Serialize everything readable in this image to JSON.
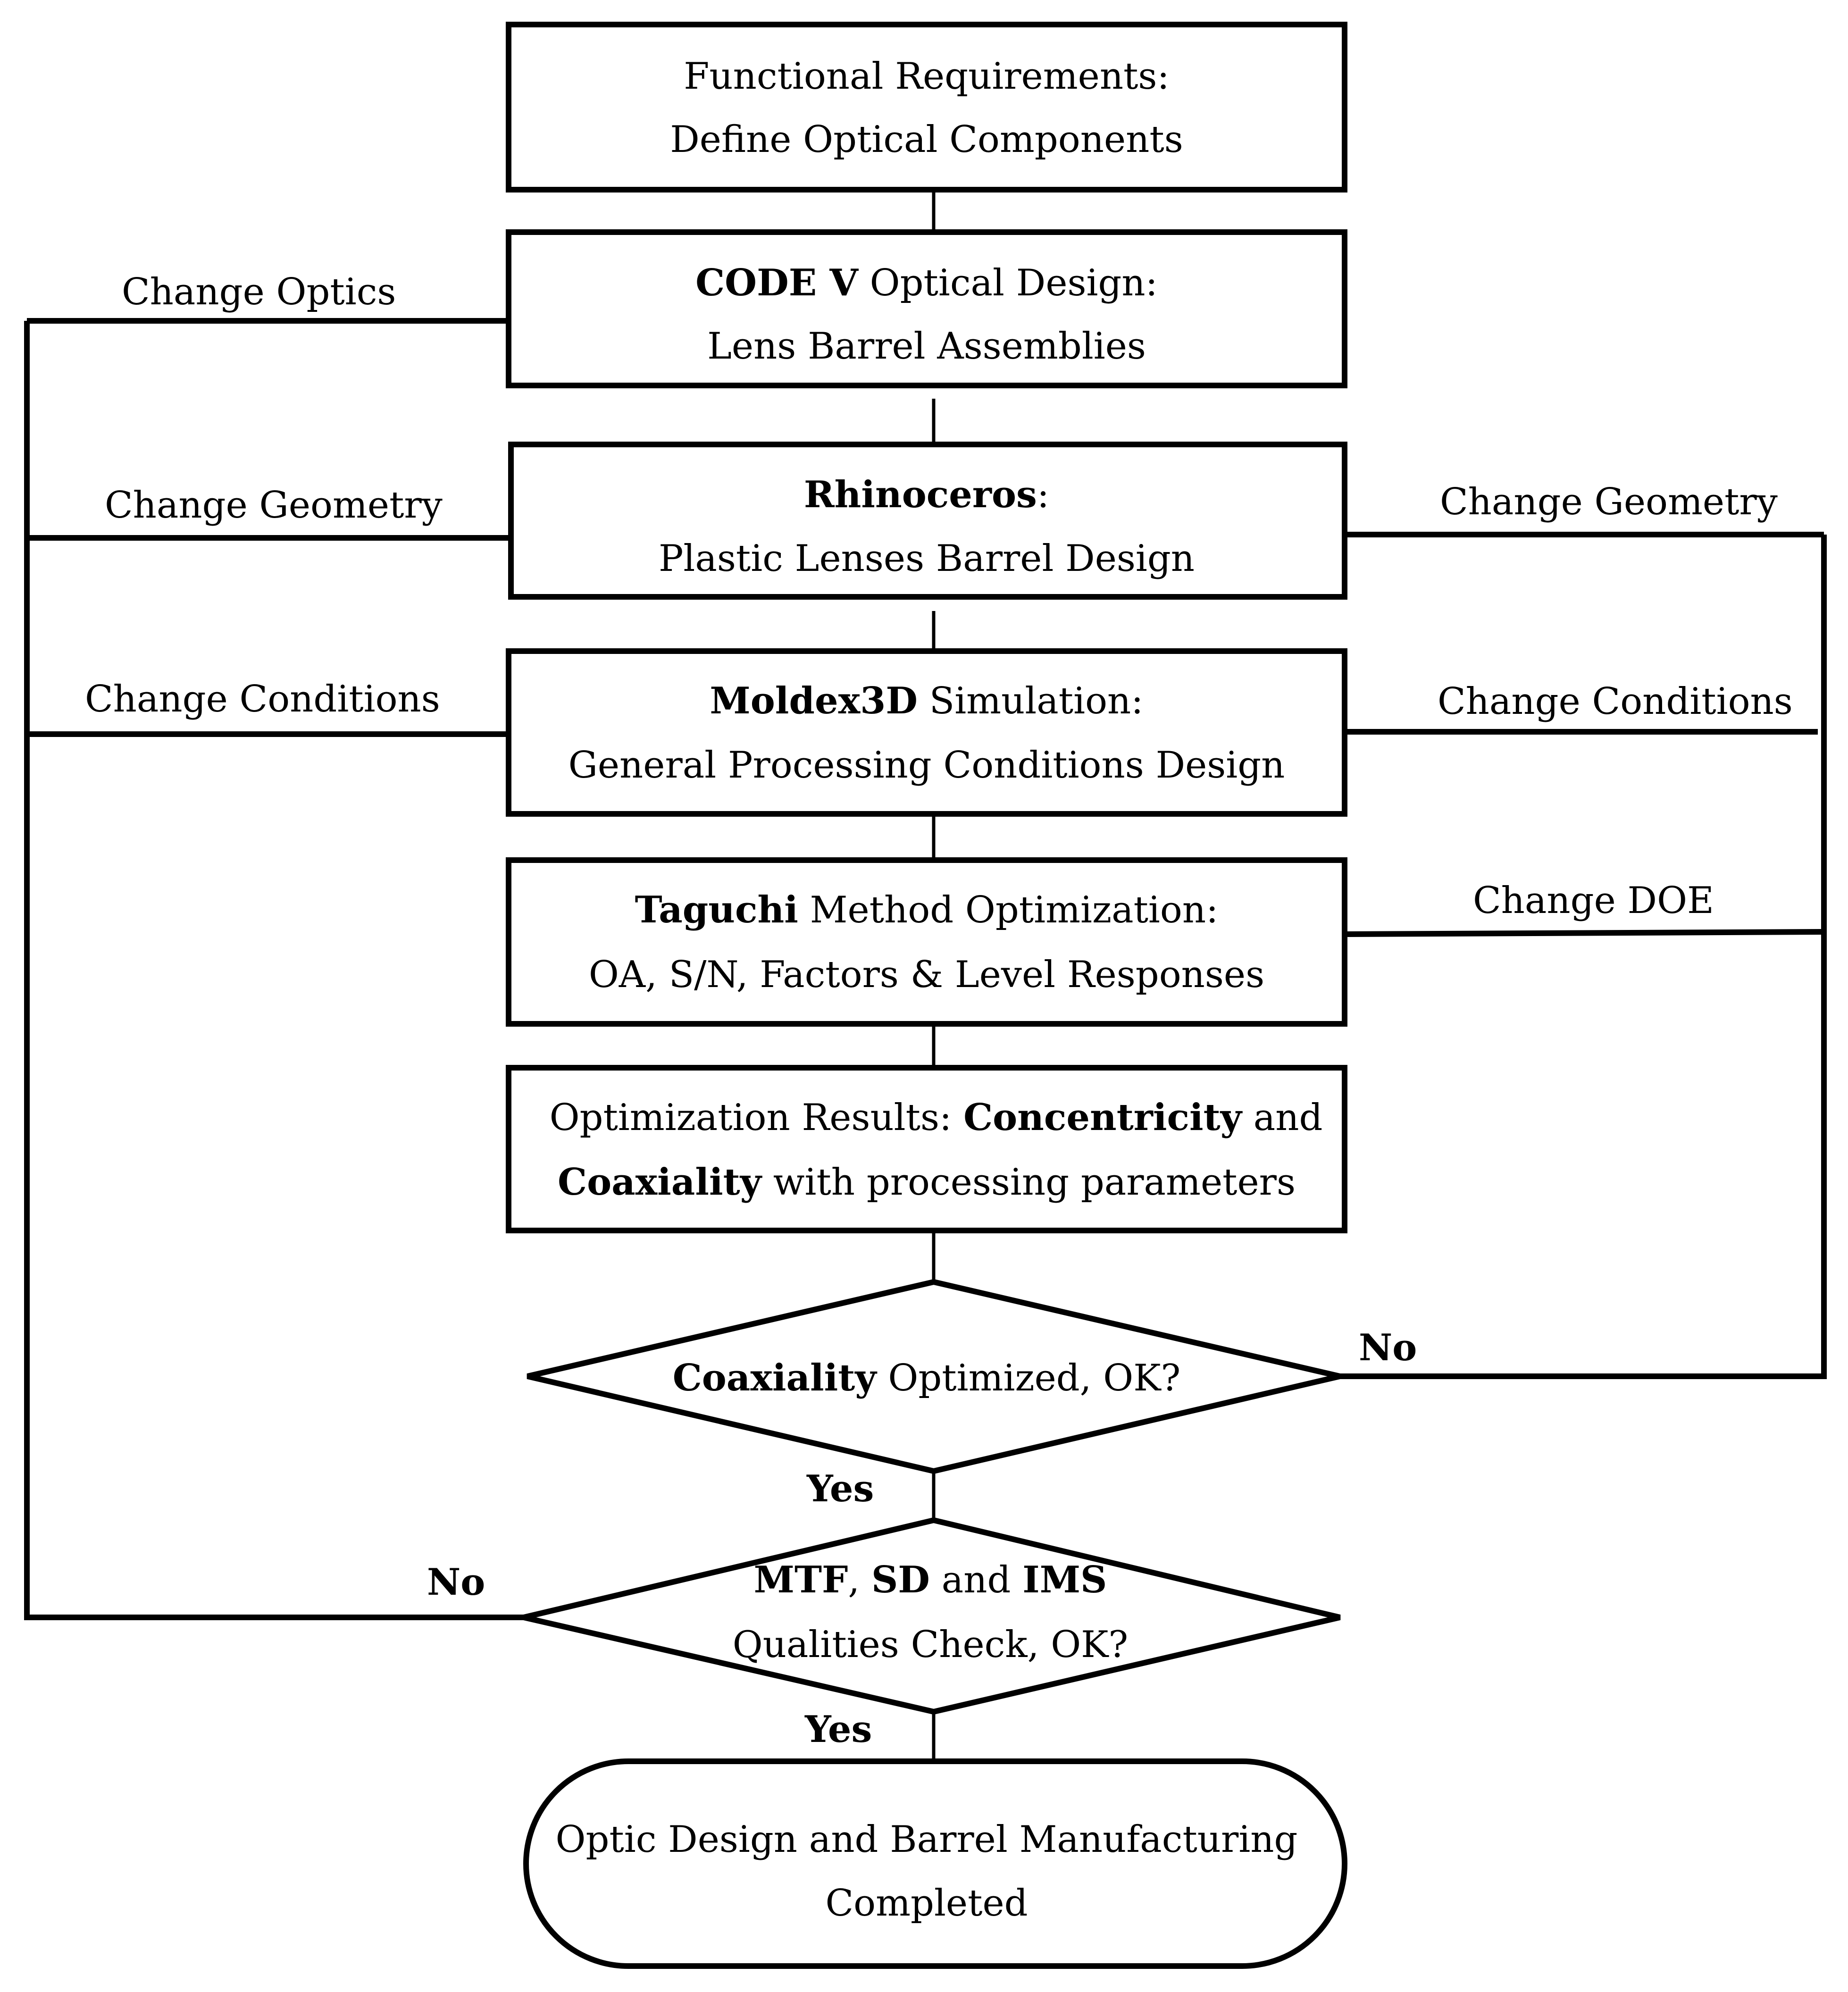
{
  "nodes": {
    "functional_requirements": {
      "line1": [
        {
          "t": "Functional Requirements:",
          "b": false
        }
      ],
      "line2": [
        {
          "t": "Define Optical Components",
          "b": false
        }
      ]
    },
    "code_v": {
      "line1": [
        {
          "t": "CODE V",
          "b": true
        },
        {
          "t": " Optical Design:",
          "b": false
        }
      ],
      "line2": [
        {
          "t": "Lens Barrel Assemblies",
          "b": false
        }
      ]
    },
    "rhinoceros": {
      "line1": [
        {
          "t": "Rhinoceros",
          "b": true
        },
        {
          "t": ":",
          "b": false
        }
      ],
      "line2": [
        {
          "t": "Plastic Lenses Barrel Design",
          "b": false
        }
      ]
    },
    "moldex3d": {
      "line1": [
        {
          "t": "Moldex3D",
          "b": true
        },
        {
          "t": " Simulation:",
          "b": false
        }
      ],
      "line2": [
        {
          "t": "General Processing Conditions Design",
          "b": false
        }
      ]
    },
    "taguchi": {
      "line1": [
        {
          "t": "Taguchi",
          "b": true
        },
        {
          "t": " Method Optimization:",
          "b": false
        }
      ],
      "line2": [
        {
          "t": "OA, S/N, Factors & Level Responses",
          "b": false
        }
      ]
    },
    "optimization_results": {
      "line1": [
        {
          "t": "Optimization Results: ",
          "b": false
        },
        {
          "t": "Concentricity",
          "b": true
        },
        {
          "t": " and",
          "b": false
        }
      ],
      "line2": [
        {
          "t": "Coaxiality",
          "b": true
        },
        {
          "t": " with processing parameters",
          "b": false
        }
      ]
    },
    "coaxiality_check": {
      "line1": [
        {
          "t": "Coaxiality",
          "b": true
        },
        {
          "t": " Optimized, OK?",
          "b": false
        }
      ]
    },
    "qualities_check": {
      "line1": [
        {
          "t": "MTF",
          "b": true
        },
        {
          "t": ", ",
          "b": false
        },
        {
          "t": "SD",
          "b": true
        },
        {
          "t": " and ",
          "b": false
        },
        {
          "t": "IMS",
          "b": true
        }
      ],
      "line2": [
        {
          "t": "Qualities Check, OK?",
          "b": false
        }
      ]
    },
    "completed": {
      "line1": [
        {
          "t": "Optic Design and Barrel Manufacturing",
          "b": false
        }
      ],
      "line2": [
        {
          "t": "Completed",
          "b": false
        }
      ]
    }
  },
  "edge_labels": {
    "left_change_optics": "Change Optics",
    "left_change_geometry": "Change Geometry",
    "left_change_conditions": "Change Conditions",
    "right_change_geometry": "Change Geometry",
    "right_change_conditions": "Change Conditions",
    "right_change_doe": "Change DOE",
    "coaxiality_no": "No",
    "coaxiality_yes": "Yes",
    "qualities_no": "No",
    "qualities_yes": "Yes"
  }
}
